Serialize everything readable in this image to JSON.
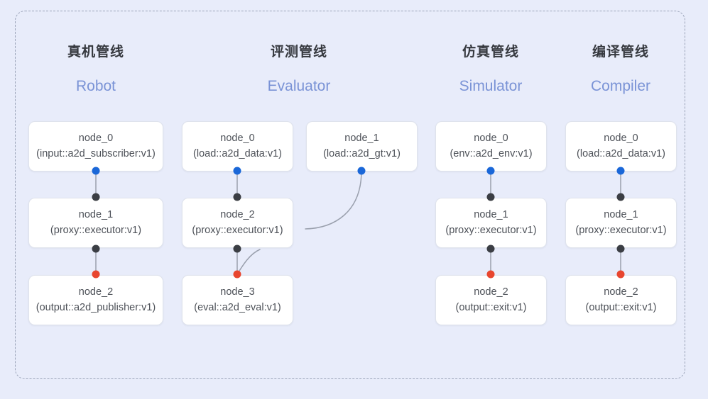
{
  "frame": {
    "label": "pipeline-diagram-frame"
  },
  "theme": {
    "background": "#e8ecfa",
    "node_bg": "#ffffff",
    "node_border": "#dfe3ec",
    "frame_border": "#9aa3b8",
    "header_zh_color": "#36393f",
    "header_en_color": "#7a93d6",
    "port_blue": "#1a67d8",
    "port_dark": "#3b3e44",
    "port_red": "#e8462f",
    "wire_color": "#9aa0ad"
  },
  "columns": [
    {
      "id": "robot",
      "zh": "真机管线",
      "en": "Robot",
      "nodes": [
        {
          "id": "robot-node-0",
          "title": "node_0",
          "sub": "(input::a2d_subscriber:v1)"
        },
        {
          "id": "robot-node-1",
          "title": "node_1",
          "sub": "(proxy::executor:v1)"
        },
        {
          "id": "robot-node-2",
          "title": "node_2",
          "sub": "(output::a2d_publisher:v1)"
        }
      ]
    },
    {
      "id": "evaluator",
      "zh": "评测管线",
      "en": "Evaluator",
      "nodes": [
        {
          "id": "eval-node-0",
          "title": "node_0",
          "sub": "(load::a2d_data:v1)"
        },
        {
          "id": "eval-node-1",
          "title": "node_1",
          "sub": "(load::a2d_gt:v1)"
        },
        {
          "id": "eval-node-2",
          "title": "node_2",
          "sub": "(proxy::executor:v1)"
        },
        {
          "id": "eval-node-3",
          "title": "node_3",
          "sub": "(eval::a2d_eval:v1)"
        }
      ]
    },
    {
      "id": "simulator",
      "zh": "仿真管线",
      "en": "Simulator",
      "nodes": [
        {
          "id": "sim-node-0",
          "title": "node_0",
          "sub": "(env::a2d_env:v1)"
        },
        {
          "id": "sim-node-1",
          "title": "node_1",
          "sub": "(proxy::executor:v1)"
        },
        {
          "id": "sim-node-2",
          "title": "node_2",
          "sub": "(output::exit:v1)"
        }
      ]
    },
    {
      "id": "compiler",
      "zh": "编译管线",
      "en": "Compiler",
      "nodes": [
        {
          "id": "comp-node-0",
          "title": "node_0",
          "sub": "(load::a2d_data:v1)"
        },
        {
          "id": "comp-node-1",
          "title": "node_1",
          "sub": "(proxy::executor:v1)"
        },
        {
          "id": "comp-node-2",
          "title": "node_2",
          "sub": "(output::exit:v1)"
        }
      ]
    }
  ]
}
